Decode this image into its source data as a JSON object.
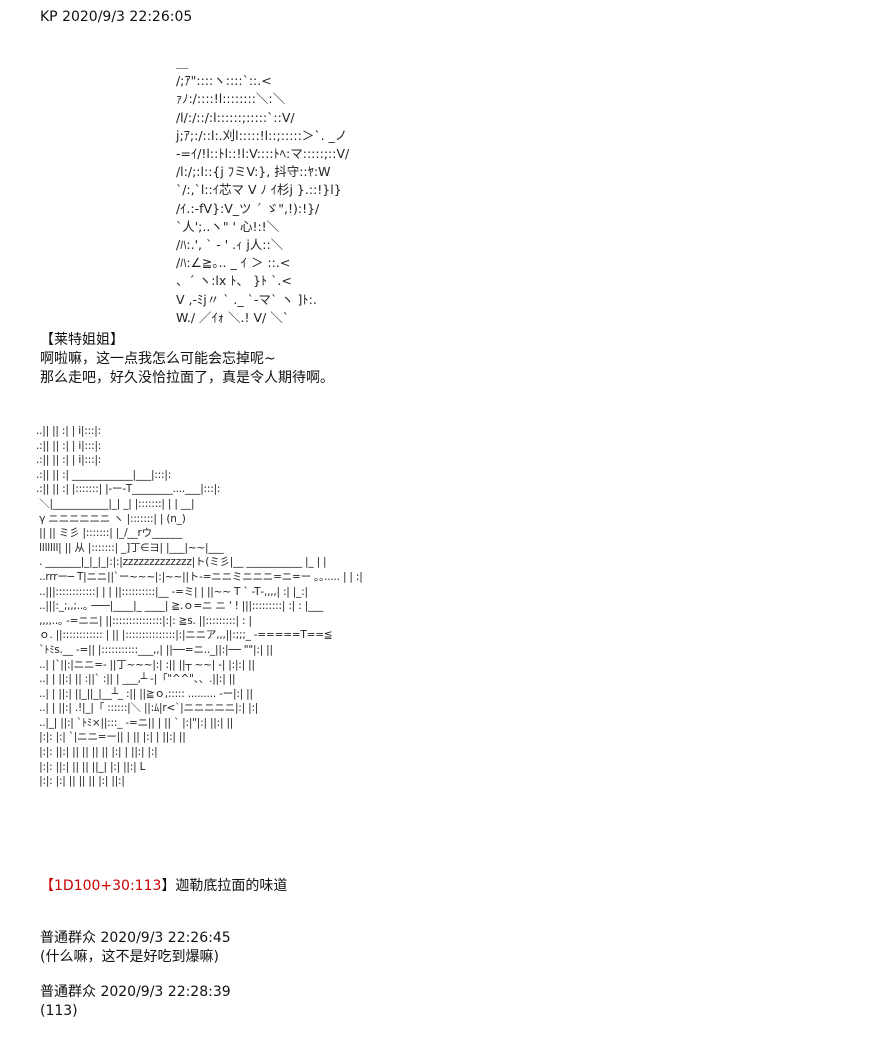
{
  "post": {
    "author": "KP",
    "timestamp": "2020/9/3 22:26:05"
  },
  "ascii_art_character": " ＿\n /;ｱ\"::::ヽ::::`::.<\n ｧﾉ:/::::!l::::::::＼:＼\n /l/:/::/:l::::::;:::::`::V/\n j;ｱ;:/::l:.刈l:::::!l::;:::::＞`. _ノ\n -=ｲ/!l::ﾄl::!l:V::::ﾄﾍ:マ:::::;::V/\n /l:/;:l::{j ﾌミV:}, 抖守::ﾔ:W\n `/:,`l::ｲ芯マ V ﾉ ｲ杉j }.::!}l}\n /ｲ.:-fV}:V_ツ ´ ゞ\",!):!}/\n `人';..ヽ\" ' 心!:!＼\n /ﾊ:.', ` - ' .ｨ j人::＼\n /ﾊ:∠≧｡.. _ ｲ ＞ ::.<\n 、´ ヽ:lx ﾄ、 }ﾄ `.<\n V ,-ﾐj〃 ` ._ `-マ` ヽ ]ﾄ:.\n W./ ／ｲｫ ＼.! V/ ＼`",
  "speaker": "【莱特姐姐】",
  "dialogue": [
    "啊啦嘛，这一点我怎么可能会忘掉呢~",
    "那么走吧，好久没恰拉面了，真是令人期待啊。"
  ],
  "ascii_art_scene": "..|| || :| | i|:::|:\n.:|| || :| | i|:::|:\n.:|| || :| | i|:::|:\n.:|| || :| ____________|___|:::|:\n.:|| || :| |:::::::| |‐ー‐T________....___|:::|:\n ＼|___________|_| _| |:::::::| | | __|\n γ ニニニニニニ ヽ |:::::::| | (n_)\n || || ミ彡 |:::::::| |_/__rウ______\n lllllll| || 从 |:::::::| _]丁∈ヨ| |___|~~|___\n . _______|_|_|_|:|:|zzzzzzzzzzzzz|ト(ミ彡|__ ___________ |_ | |\n ..rrrー─ T|ニニ||`ー~~~|:|~~||ト-=ニニミニニニ=ニ=ー ｡｡..... | | :|\n ..|||::::::::::::| | | ||::::::::::|__ -=ミ| | ||~~ T ` ‐T‐,,,,| :| |_:|\n ..|||:_;,,;..｡ ───|____|_ ____| ≧.ｏ=ニ ニ ' ! |||:::::::::| :| : |___\n ,,,,..｡ -=ニニ| ||:::::::::::::::|:|: ≧s. ||:::::::::| : |\n ｏ. ||:::::::::::: | || |:::::::::::::::|:|ニニア,,,||:;;;_ -=====T==≦\n `ﾄﾐs.__ -=|| |:::::::::::___,,| ||──=ニ.._||:|── \"\"|:| ||\n ..| |`||:|ニニ=- ||丁~~~|:| :|| ||┬ ~~| -| |:|:| ||\n ..| | ||:| || :||` :|| | ___,┴ -|「\"^^\"、、.||:| ||\n ..| | ||:| ||_||_|__┴_ :|| ||≧ｏ,::::: ......... -ー|:| ||\n ..| | ||:| .!|_|「 ::::::|＼ ||:ﾑ|r<`|ニニニニニ|:| |:|\n ..|_| ||:| `ﾄﾐ×||:::_ -=ニ|| | || ` |:|\"|:| ||:| ||\n |:|: |:| `|ニニ=ー|| | || |:| | ||:| ||\n |:|: ||:| || || || || |:| | ||:| |:|\n |:|: ||:| || || ||_| |:| ||:| L\n |:|: |:| || || || |:| ||:|",
  "dice": {
    "open": "【",
    "roll": "1D100+30:113",
    "close": "】",
    "text": "迦勒底拉面的味道"
  },
  "replies": [
    {
      "author": "普通群众",
      "timestamp": "2020/9/3 22:26:45",
      "text": "(什么嘛，这不是好吃到爆嘛)"
    },
    {
      "author": "普通群众",
      "timestamp": "2020/9/3 22:28:39",
      "text": "(113)"
    }
  ]
}
